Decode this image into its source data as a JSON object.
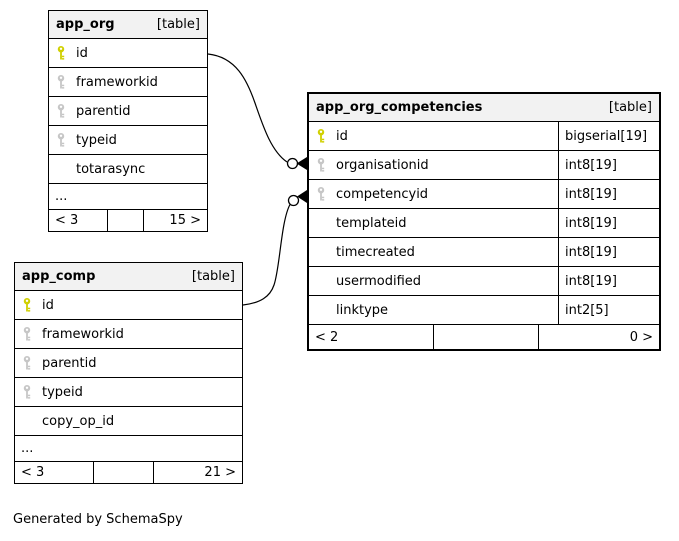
{
  "page": {
    "generated_by": "Generated by SchemaSpy"
  },
  "colors": {
    "primary_key": "#d0d000",
    "foreign_key": "#c6c6c6",
    "header_bg": "#f2f2f2",
    "line": "#000000"
  },
  "tables": {
    "app_org": {
      "name": "app_org",
      "badge": "[table]",
      "columns": [
        {
          "name": "id",
          "key": "primary"
        },
        {
          "name": "frameworkid",
          "key": "foreign"
        },
        {
          "name": "parentid",
          "key": "foreign"
        },
        {
          "name": "typeid",
          "key": "foreign"
        },
        {
          "name": "totarasync",
          "key": "none"
        }
      ],
      "ellipsis": "...",
      "footer": {
        "left": "< 3",
        "middle": "",
        "right": "15 >"
      }
    },
    "app_comp": {
      "name": "app_comp",
      "badge": "[table]",
      "columns": [
        {
          "name": "id",
          "key": "primary"
        },
        {
          "name": "frameworkid",
          "key": "foreign"
        },
        {
          "name": "parentid",
          "key": "foreign"
        },
        {
          "name": "typeid",
          "key": "foreign"
        },
        {
          "name": "copy_op_id",
          "key": "none"
        }
      ],
      "ellipsis": "...",
      "footer": {
        "left": "< 3",
        "middle": "",
        "right": "21 >"
      }
    },
    "app_org_competencies": {
      "name": "app_org_competencies",
      "badge": "[table]",
      "columns": [
        {
          "name": "id",
          "key": "primary",
          "type": "bigserial[19]"
        },
        {
          "name": "organisationid",
          "key": "foreign",
          "type": "int8[19]"
        },
        {
          "name": "competencyid",
          "key": "foreign",
          "type": "int8[19]"
        },
        {
          "name": "templateid",
          "key": "none",
          "type": "int8[19]"
        },
        {
          "name": "timecreated",
          "key": "none",
          "type": "int8[19]"
        },
        {
          "name": "usermodified",
          "key": "none",
          "type": "int8[19]"
        },
        {
          "name": "linktype",
          "key": "none",
          "type": "int2[5]"
        }
      ],
      "footer": {
        "left": "< 2",
        "middle": "",
        "right": "0 >"
      }
    }
  },
  "relationships": [
    {
      "from": "app_org.id",
      "to": "app_org_competencies.organisationid"
    },
    {
      "from": "app_comp.id",
      "to": "app_org_competencies.competencyid"
    }
  ]
}
